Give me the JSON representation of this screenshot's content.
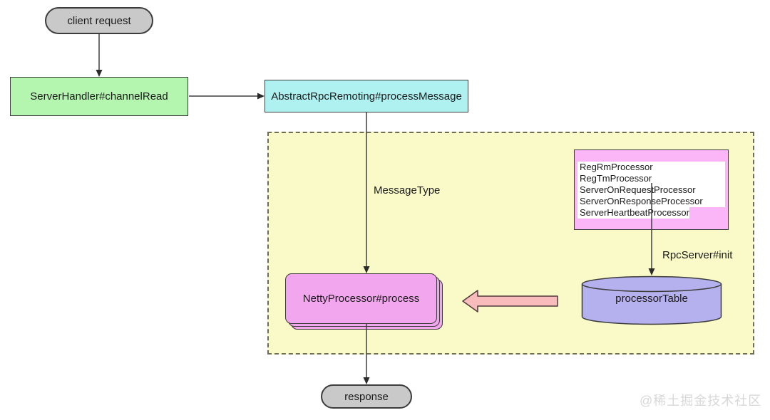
{
  "diagram": {
    "nodes": {
      "client_request": "client request",
      "server_handler": "ServerHandler#channelRead",
      "abstract_rpc_remoting": "AbstractRpcRemoting#processMessage",
      "netty_processor": "NettyProcessor#process",
      "processor_table": "processorTable",
      "response": "response"
    },
    "edge_labels": {
      "message_type": "MessageType",
      "rpc_server_init": "RpcServer#init"
    },
    "processor_list": [
      "RegRmProcessor",
      "RegTmProcessor",
      "ServerOnRequestProcessor",
      "ServerOnResponseProcessor",
      "ServerHeartbeatProcessor"
    ],
    "watermark": "@稀土掘金技术社区",
    "colors": {
      "pill_gray": "#c9c9c9",
      "green_box": "#b4f5b0",
      "cyan_box": "#aff0f0",
      "yellow_container": "#fafac8",
      "pink_list_box": "#fab6f6",
      "pink_process_box": "#f2a6ee",
      "purple_cylinder": "#b5b0ee",
      "salmon_arrow": "#f8bcbc",
      "line": "#3f3f3f"
    }
  }
}
